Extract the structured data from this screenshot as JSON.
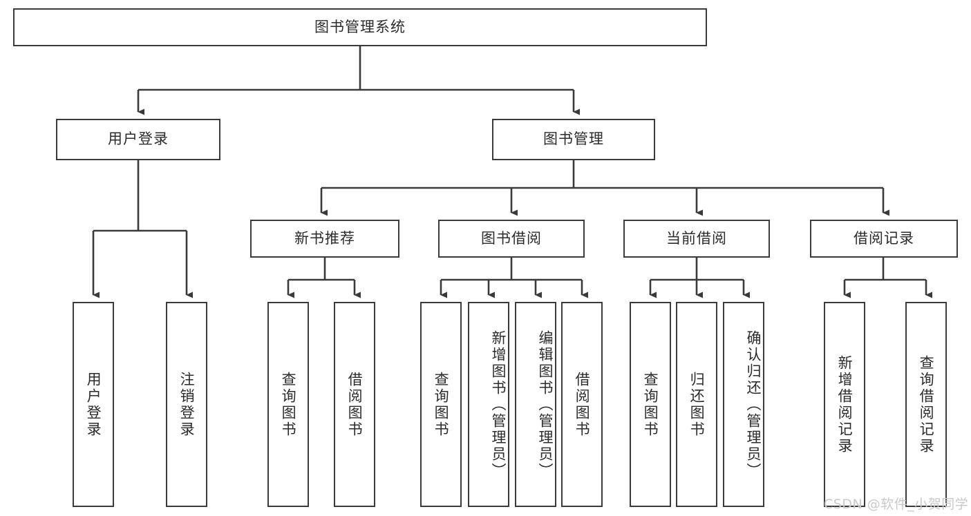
{
  "diagram": {
    "title_node": {
      "label": "图书管理系统"
    },
    "level2": [
      {
        "label": "用户登录"
      },
      {
        "label": "图书管理"
      }
    ],
    "level3": [
      {
        "label": "新书推荐"
      },
      {
        "label": "图书借阅"
      },
      {
        "label": "当前借阅"
      },
      {
        "label": "借阅记录"
      }
    ],
    "leaves": [
      {
        "label": "用户登录"
      },
      {
        "label": "注销登录"
      },
      {
        "label": "查询图书"
      },
      {
        "label": "借阅图书"
      },
      {
        "label": "查询图书"
      },
      {
        "label": "新增图书（管理员）"
      },
      {
        "label": "编辑图书（管理员）"
      },
      {
        "label": "借阅图书"
      },
      {
        "label": "查询图书"
      },
      {
        "label": "归还图书"
      },
      {
        "label": "确认归还（管理员）"
      },
      {
        "label": "新增借阅记录"
      },
      {
        "label": "查询借阅记录"
      }
    ],
    "watermark": "CSDN @软件_小贺同学",
    "colors": {
      "stroke": "#3a3a3a",
      "box_fill": "#ffffff",
      "text": "#2b2b2b",
      "watermark": "#c9c9c9",
      "background": "#ffffff"
    }
  }
}
